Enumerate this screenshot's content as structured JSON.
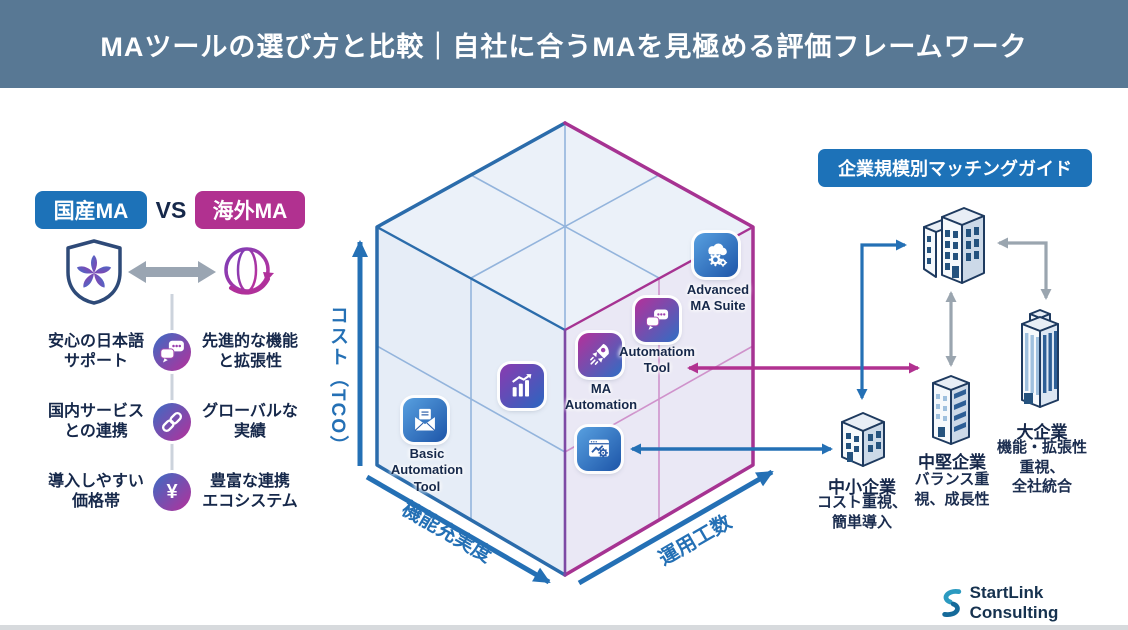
{
  "colors": {
    "header_bg": "#587894",
    "blue": "#1d72b8",
    "magenta": "#b13190",
    "axis_blue": "#2470b5",
    "navy_text": "#16284a",
    "gray_arrow": "#9aa5af"
  },
  "header": {
    "title": "MAツールの選び方と比較｜自社に合うMAを見極める評価フレームワーク"
  },
  "comparison": {
    "domestic_label": "国産MA",
    "vs_label": "VS",
    "overseas_label": "海外MA",
    "domestic_icon": "shield-sakura-icon",
    "overseas_icon": "globe-arrow-icon",
    "rows": [
      {
        "left": "安心の日本語\nサポート",
        "icon": "chat-icon",
        "right": "先進的な機能\nと拡張性"
      },
      {
        "left": "国内サービス\nとの連携",
        "icon": "link-icon",
        "right": "グローバルな\n実績"
      },
      {
        "left": "導入しやすい\n価格帯",
        "icon": "yen-icon",
        "right": "豊富な連携\nエコシステム"
      }
    ]
  },
  "icons": {
    "yen_glyph": "¥"
  },
  "cube": {
    "axis_vertical": "コスト（TCO）",
    "axis_left": "機能充実度",
    "axis_right": "運用工数",
    "tools": [
      {
        "icon": "envelope-icon",
        "label": "Basic\nAutomation\nTool"
      },
      {
        "icon": "bar-chart-icon",
        "label": ""
      },
      {
        "icon": "rocket-icon",
        "label": "MA\nAutomation"
      },
      {
        "icon": "chat-bubbles-icon",
        "label": "Automatiom\nTool"
      },
      {
        "icon": "cloud-gear-icon",
        "label": "Advanced\nMA Suite"
      },
      {
        "icon": "dashboard-gear-icon",
        "label": ""
      }
    ]
  },
  "matching_guide": {
    "title": "企業規模別マッチングガイド",
    "companies": [
      {
        "name": "中小企業",
        "desc": "コスト重視、\n簡単導入"
      },
      {
        "name": "中堅企業",
        "desc": "バランス重\n視、成長性"
      },
      {
        "name": "大企業",
        "desc": "機能・拡張性\n重視、\n全社統合"
      }
    ]
  },
  "footer": {
    "brand": "StartLink Consulting"
  }
}
